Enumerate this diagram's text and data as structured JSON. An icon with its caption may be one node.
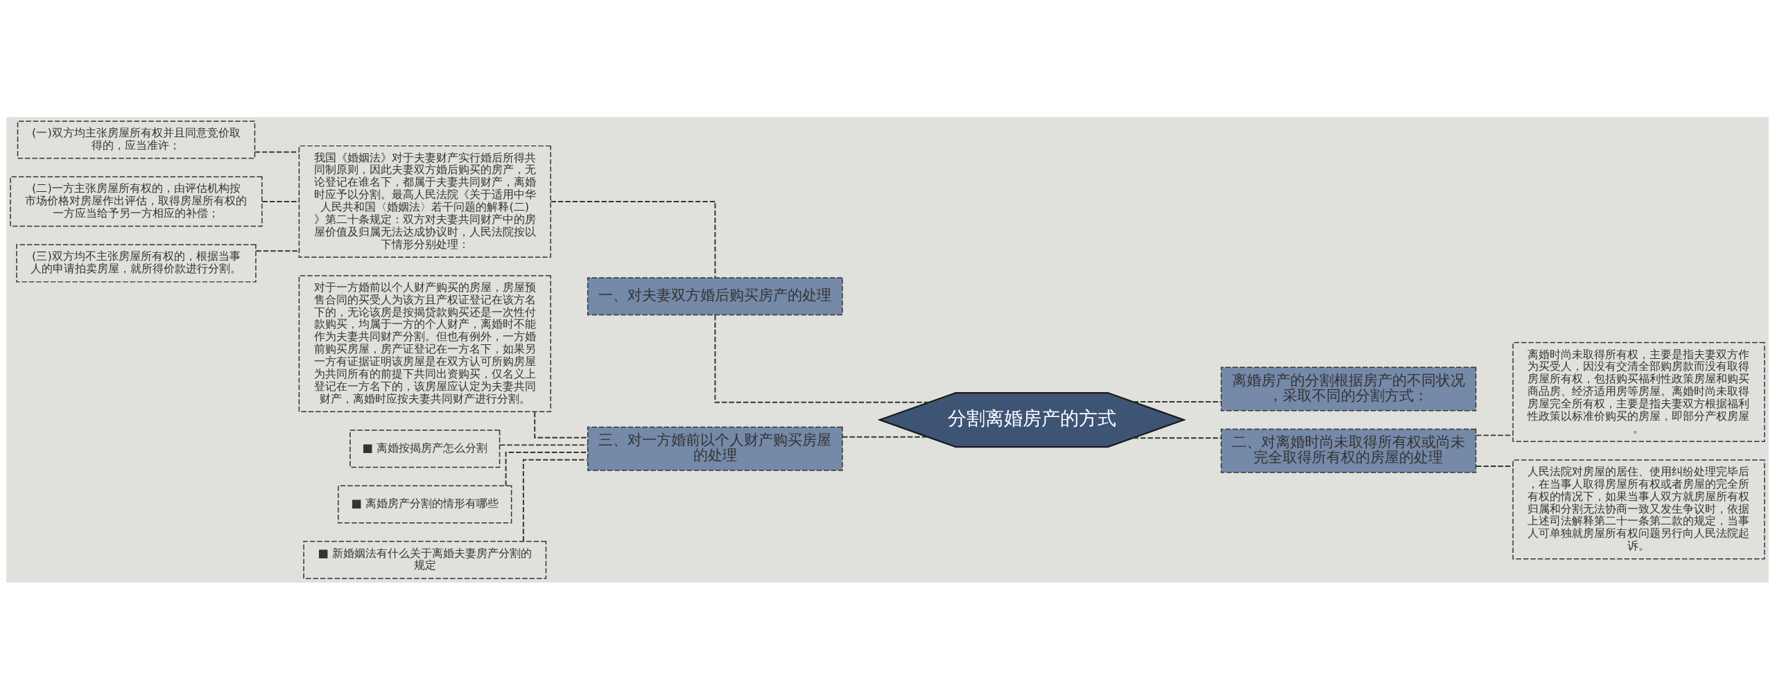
{
  "diagram": {
    "nodes": [
      {
        "text": [
          "分割离婚房产的方式"
        ]
      },
      {
        "text": [
          "一、对夫妻双方婚后购买房产的处理"
        ]
      },
      {
        "text": [
          "我国《婚姻法》对于夫妻财产实行婚后所得共同制原则，因此夫妻双方婚后购买的房产，无论登记在谁名下，都属于夫妻共同财产，离婚时应予以分割。最高人民法院《关于适用中华人民共和国〈婚姻法〉若干问题的解释(二)》第二十条规定：双方对夫妻共同财产中的房屋价值及归属无法达成协议时，人民法院按以下情形分别处理："
        ]
      },
      {
        "text": [
          "(一)双方均主张房屋所有权并且同意竞价取得的，应当准许；"
        ]
      },
      {
        "text": [
          "(二)一方主张房屋所有权的，由评估机构按市场价格对房屋作出评估，取得房屋所有权的一方应当给予另一方相应的补偿；"
        ]
      },
      {
        "text": [
          "(三)双方均不主张房屋所有权的，根据当事人的申请拍卖房屋，就所得价款进行分割。"
        ]
      },
      {
        "text": [
          "三、对一方婚前以个人财产购买房屋的处理"
        ]
      },
      {
        "text": [
          "对于一方婚前以个人财产购买的房屋，房屋预售合同的买受人为该方且产权证登记在该方名下的，无论该房是按揭贷款购买还是一次性付款购买，均属于一方的个人财产，离婚时不能作为夫妻共同财产分割。但也有例外，一方婚前购买房屋，房产证登记在一方名下，如果另一方有证据证明该房屋是在双方认可所购房屋为共同所有的前提下共同出资购买，仅名义上登记在一方名下的，该房屋应认定为夫妻共同财产，离婚时应按夫妻共同财产进行分割。"
        ]
      },
      {
        "text": [
          "■ 离婚按揭房产怎么分割"
        ]
      },
      {
        "text": [
          "■ 离婚房产分割的情形有哪些"
        ]
      },
      {
        "text": [
          "■ 新婚姻法有什么关于离婚夫妻房产分割的规定"
        ]
      },
      {
        "text": [
          "离婚房产的分割根据房产的不同状况，采取不同的分割方式："
        ]
      },
      {
        "text": [
          "二、对离婚时尚未取得所有权或尚未完全取得所有权的房屋的处理"
        ]
      },
      {
        "text": [
          "离婚时尚未取得所有权，主要是指夫妻双方作为买受人，因没有交清全部购房款而没有取得房屋所有权，包括购买福利性政策房屋和购买商品房、经济适用房等房屋。离婚时尚未取得房屋完全所有权，主要是指夫妻双方根据福利性政策以标准价购买的房屋，即部分产权房屋。"
        ]
      },
      {
        "text": [
          "人民法院对房屋的居住、使用纠纷处理完毕后，在当事人取得房屋所有权或者房屋的完全所有权的情况下，如果当事人双方就房屋所有权归属和分割无法协商一致又发生争议时，依据上述司法解释第二十一条第二款的规定，当事人可单独就房屋所有权问题另行向人民法院起诉。"
        ]
      }
    ],
    "edges": [
      {
        "from": 0,
        "to": 1,
        "arrow": "none"
      },
      {
        "from": 1,
        "to": 2,
        "arrow": "none"
      },
      {
        "from": 2,
        "to": 3,
        "arrow": "none"
      },
      {
        "from": 2,
        "to": 4,
        "arrow": "none"
      },
      {
        "from": 2,
        "to": 5,
        "arrow": "none"
      },
      {
        "from": 0,
        "to": 6,
        "arrow": "none"
      },
      {
        "from": 6,
        "to": 7,
        "arrow": "none"
      },
      {
        "from": 6,
        "to": 8,
        "arrow": "none"
      },
      {
        "from": 6,
        "to": 9,
        "arrow": "none"
      },
      {
        "from": 6,
        "to": 10,
        "arrow": "none"
      },
      {
        "from": 0,
        "to": 11,
        "arrow": "none"
      },
      {
        "from": 0,
        "to": 12,
        "arrow": "none"
      },
      {
        "from": 12,
        "to": 13,
        "arrow": "none"
      },
      {
        "from": 12,
        "to": 14,
        "arrow": "none"
      }
    ]
  }
}
